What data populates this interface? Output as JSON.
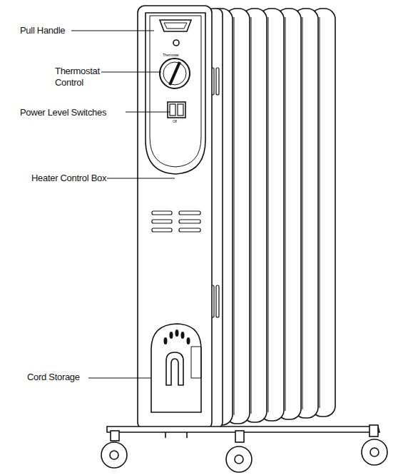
{
  "diagram": {
    "labels": [
      "Pull Handle",
      "Thermostat Control",
      "Power Level Switches",
      "Heater Control Box",
      "Cord Storage",
      "Thermostat",
      "Off"
    ]
  }
}
